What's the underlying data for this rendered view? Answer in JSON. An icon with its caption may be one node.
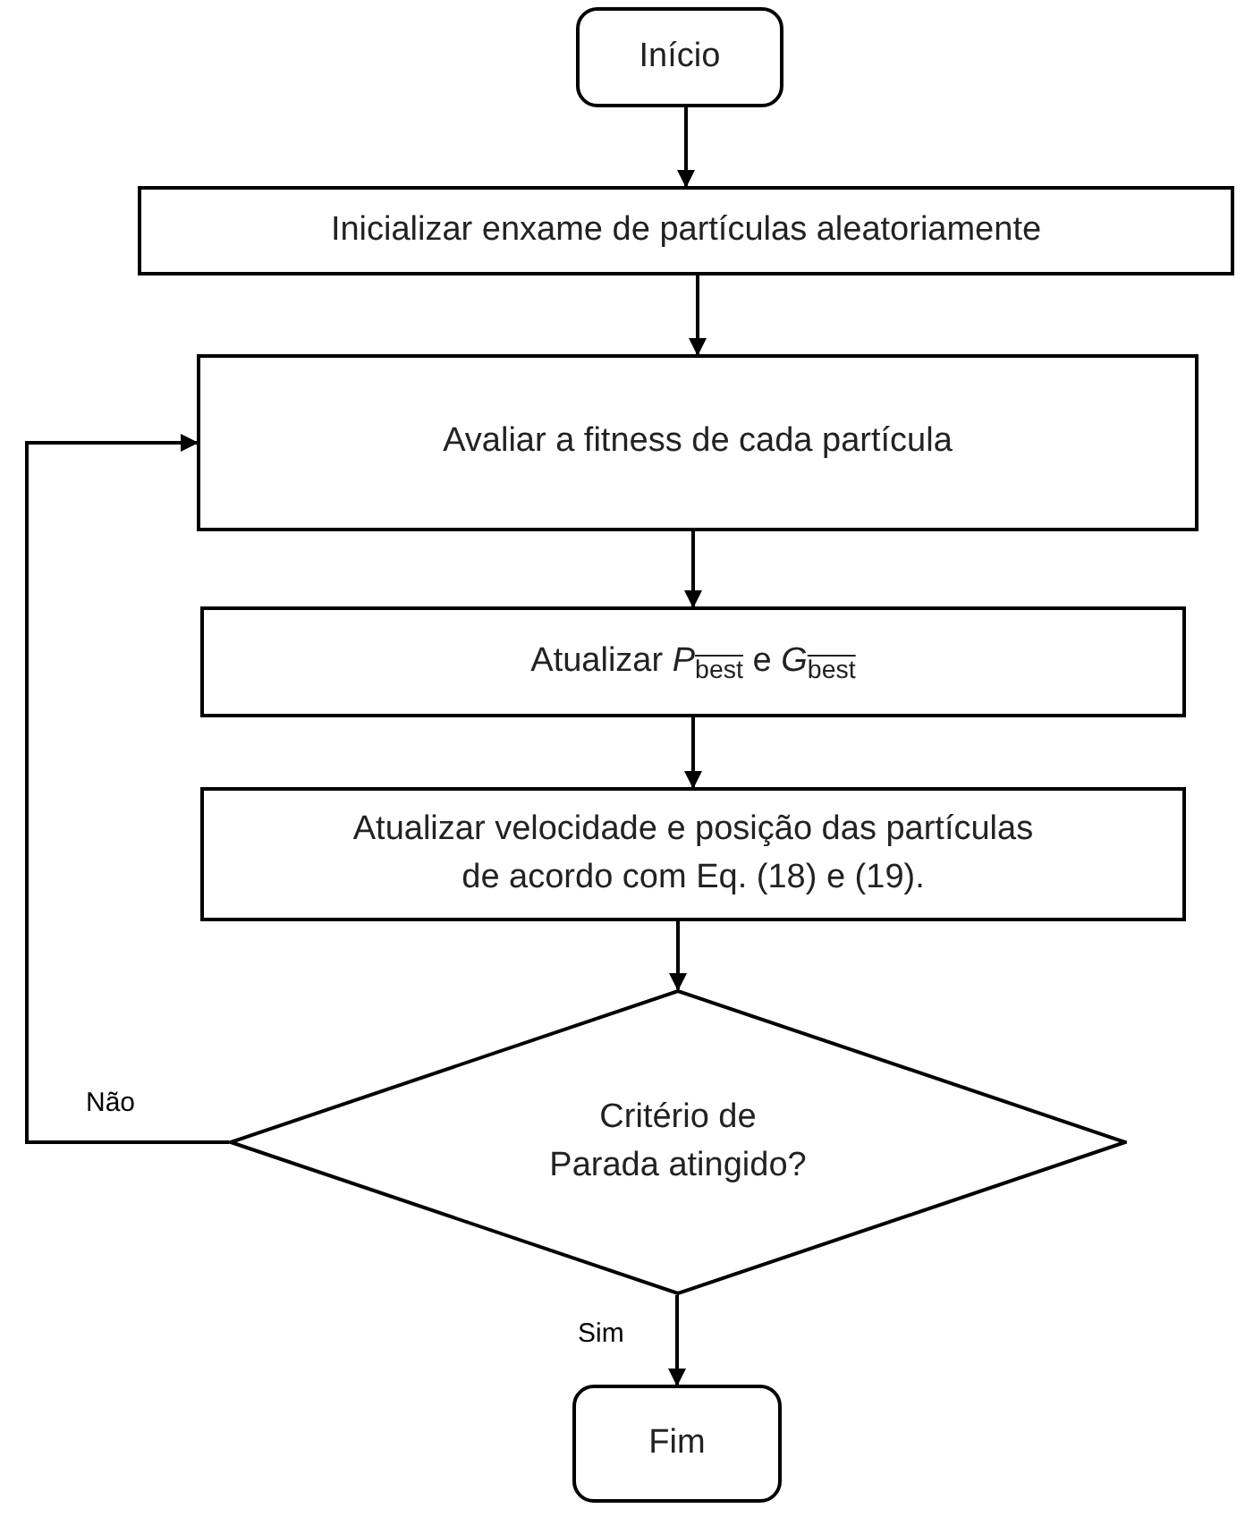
{
  "diagram": {
    "nodes": [
      {
        "text": [
          "Início"
        ]
      },
      {
        "text": [
          "Inicializar enxame de partículas aleatoriamente"
        ]
      },
      {
        "text": [
          "Avaliar a fitness de cada partícula"
        ]
      },
      {
        "text": [
          "Atualizar *P*$_{best}$ e *G*$_{best}$"
        ]
      },
      {
        "text": [
          "Atualizar velocidade e posição das partículas de acordo com Eq. (18) e (19)."
        ]
      },
      {
        "text": [
          "Critério de Parada atingido?"
        ]
      },
      {
        "text": [
          "Fim"
        ]
      }
    ],
    "edges": [
      {
        "from": 0,
        "to": 1,
        "arrow": "to"
      },
      {
        "from": 1,
        "to": 2,
        "arrow": "to"
      },
      {
        "from": 2,
        "to": 3,
        "arrow": "to"
      },
      {
        "from": 3,
        "to": 4,
        "arrow": "to"
      },
      {
        "from": 4,
        "to": 5,
        "arrow": "to"
      },
      {
        "from": 5,
        "to": 2,
        "arrow": "to",
        "label": "Não"
      },
      {
        "from": 5,
        "to": 6,
        "arrow": "to",
        "label": "Sim"
      }
    ]
  }
}
